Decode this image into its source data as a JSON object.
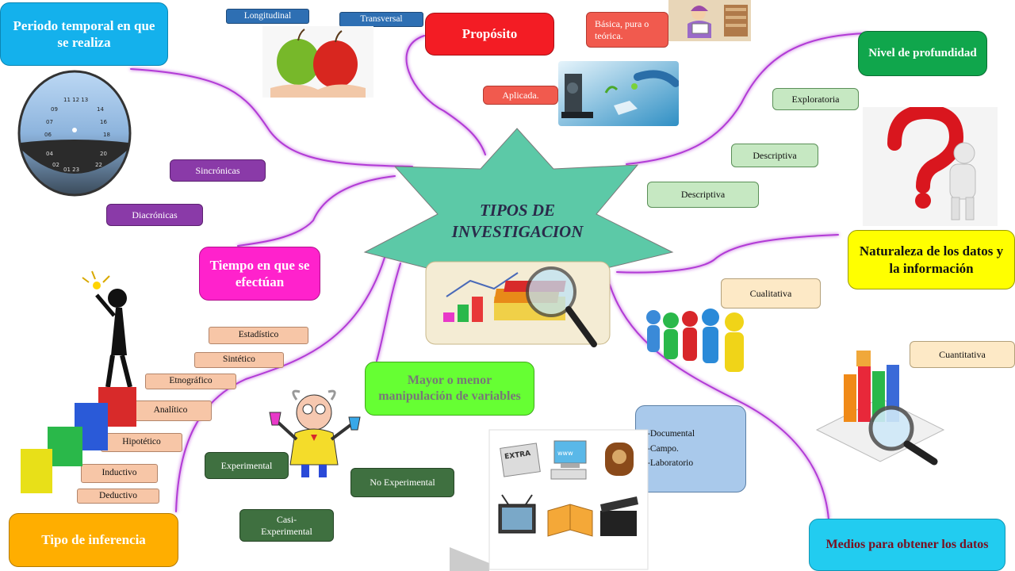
{
  "center": {
    "title_line1": "TIPOS DE",
    "title_line2": "INVESTIGACION"
  },
  "categories": {
    "periodo": "Periodo temporal en que se realiza",
    "proposito": "Propósito",
    "nivel": "Nivel de profundidad",
    "naturaleza": "Naturaleza de los datos y la información",
    "tiempo": "Tiempo en que se efectúan",
    "manipulacion": "Mayor o menor manipulación de variables",
    "medios": "Medios para obtener los datos",
    "inferencia": "Tipo de inferencia"
  },
  "leaves": {
    "longitudinal": "Longitudinal",
    "transversal": "Transversal",
    "basica": "Básica, pura o teórica.",
    "aplicada": "Aplicada.",
    "exploratoria": "Exploratoria",
    "descriptiva1": "Descriptiva",
    "descriptiva2": "Descriptiva",
    "sincronicas": "Sincrónicas",
    "diacronicas": "Diacrónicas",
    "cualitativa": "Cualitativa",
    "cuantitativa": "Cuantitativa",
    "estadistico": "Estadístico",
    "sintetico": "Sintético",
    "etnografico": "Etnográfico",
    "analitico": "Analítico",
    "hipotetico": "Hipotético",
    "inductivo": "Inductivo",
    "deductivo": "Deductivo",
    "experimental": "Experimental",
    "no_experimental": "No Experimental",
    "casi_experimental": "Casi-Experimental",
    "medios_doc": "-Documental",
    "medios_campo": "-Campo.",
    "medios_lab": "-Laboratorio"
  },
  "illustrations": {
    "clock": "clock-illustration",
    "apples": "apples-illustration",
    "reader": "reading-person-illustration",
    "lab": "laboratory-illustration",
    "question": "question-mark-illustration",
    "chart": "chart-magnifier-illustration",
    "people": "people-group-illustration",
    "cubes": "3d-bar-chart-illustration",
    "thinker": "thinker-puzzle-illustration",
    "scientist": "scientist-illustration",
    "media": "media-icons-illustration"
  },
  "colors": {
    "connector": "#b23bd6",
    "center_fill": "#5cc9a7",
    "blue": "#14b1ec",
    "red": "#f31c24",
    "green": "#10a64c",
    "yellow": "#ffff00",
    "magenta": "#ff22cc",
    "lime": "#66ff33",
    "cyan": "#22ccf0",
    "orange": "#ffae00"
  }
}
